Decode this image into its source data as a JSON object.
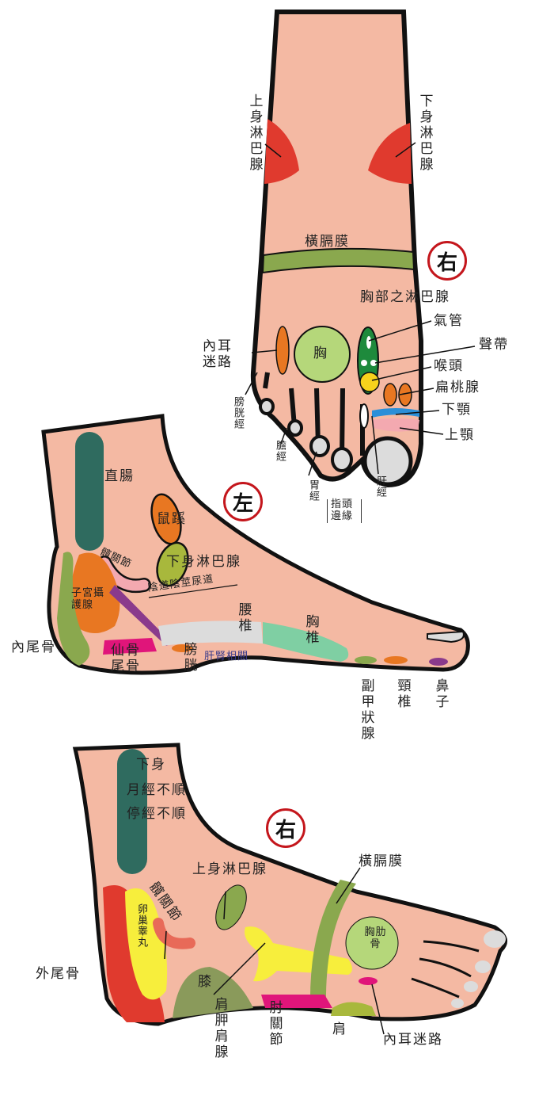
{
  "colors": {
    "skin": "#f4b9a3",
    "outline": "#111111",
    "red": "#e03a2e",
    "green": "#8aa84e",
    "light_green": "#b5d77a",
    "orange": "#e87722",
    "teal": "#2f6b5f",
    "gray": "#dcdcdc",
    "magenta": "#e0157a",
    "yellow": "#f7ee3c",
    "blue": "#2a8fd8",
    "pink": "#f3a9b0",
    "mint": "#7fcfa3",
    "purple": "#8a3a8c",
    "badge_red": "#c4161c"
  },
  "top_foot": {
    "side_badge": "右",
    "labels": {
      "upper_lymph": "上身淋巴腺",
      "lower_lymph": "下身淋巴腺",
      "diaphragm": "橫膈膜",
      "chest_lymph": "胸部之淋巴腺",
      "trachea": "氣管",
      "vocal_cords": "聲帶",
      "larynx": "喉頭",
      "tonsils": "扁桃腺",
      "lower_jaw": "下顎",
      "upper_jaw": "上顎",
      "inner_ear": "內耳迷路",
      "chest": "胸",
      "bladder_meridian": "膀胱經",
      "gallbladder_meridian": "膽經",
      "stomach_meridian": "胃經",
      "toe_edge": "指頭邊緣",
      "liver_meridian": "肝經"
    }
  },
  "middle_foot": {
    "side_badge": "左",
    "labels": {
      "rectum": "直腸",
      "groin": "鼠蹊",
      "hip_joint": "髖關節",
      "lower_lymph": "下身淋巴腺",
      "uterus_prostate": "子宮攝護腺",
      "vagina_urethra": "陰道陰莖尿道",
      "lumbar": "腰椎",
      "thoracic": "胸椎",
      "inner_coccyx": "內尾骨",
      "sacrum_coccyx": "仙骨尾骨",
      "bladder": "膀胱",
      "liver_kidney": "肝腎相關",
      "parathyroid": "副甲狀腺",
      "cervical": "頸椎",
      "nose": "鼻子"
    }
  },
  "bottom_foot": {
    "side_badge": "右",
    "labels": {
      "lower_body": "下身",
      "menstrual": "月經不順",
      "menopause": "停經不順",
      "upper_lymph": "上身淋巴腺",
      "diaphragm": "橫膈膜",
      "hip_joint": "髖關節",
      "ovary_testis": "卵巢睾丸",
      "knee": "膝",
      "chest_ribs": "胸肋骨",
      "outer_coccyx": "外尾骨",
      "scapula": "肩胛肩腺",
      "elbow": "肘關節",
      "shoulder": "肩",
      "inner_ear": "內耳迷路"
    }
  }
}
